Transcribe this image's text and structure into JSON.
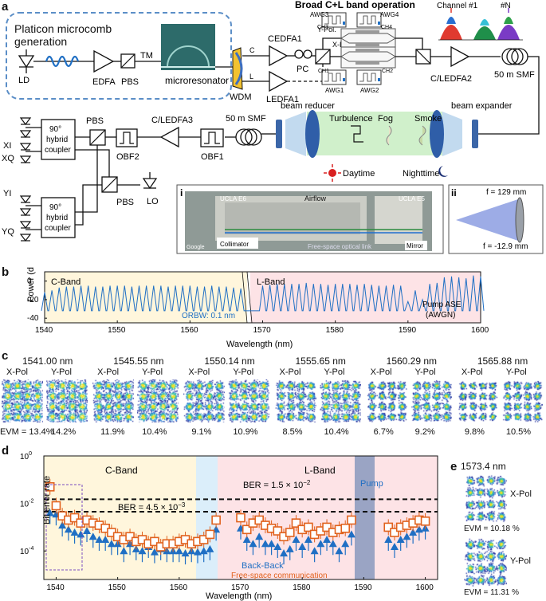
{
  "panels": {
    "a": "a",
    "b": "b",
    "c": "c",
    "d": "d",
    "e": "e"
  },
  "schematic": {
    "comb_title_1": "Platicon microcomb",
    "comb_title_2": "generation",
    "ld": "LD",
    "edfa": "EDFA",
    "pbs": "PBS",
    "tm": "TM",
    "microresonator": "microresonator",
    "wdm": "WDM",
    "wdm_c": "C",
    "wdm_l": "L",
    "broadband": "Broad C+L band operation",
    "cedfa1": "CEDFA1",
    "ledfa1": "LEDFA1",
    "pc": "PC",
    "ypol": "Y-Pol.",
    "xpol": "X-Pol.",
    "awg3": "AWG3",
    "awg4": "AWG4",
    "ch3": "CH3",
    "ch4": "CH4",
    "ch1": "CH1",
    "ch2": "CH2",
    "awg1": "AWG1",
    "awg2": "AWG2",
    "cledfa2": "C/LEDFA2",
    "channel1": "Channel #1",
    "channelN": "#N",
    "smf_top": "50 m SMF",
    "xi": "XI",
    "xq": "XQ",
    "yi": "YI",
    "yq": "YQ",
    "hybrid1": "90°",
    "hybrid1b": "hybrid",
    "hybrid1c": "coupler",
    "hybrid2": "90°",
    "hybrid2b": "hybrid",
    "hybrid2c": "coupler",
    "pbs2": "PBS",
    "pbs3": "PBS",
    "cledfa3": "C/LEDFA3",
    "obf2": "OBF2",
    "obf1": "OBF1",
    "lo": "LO",
    "smf_bottom": "50 m SMF",
    "beam_reducer": "beam reducer",
    "turbulence": "Turbulence",
    "fog": "Fog",
    "smoke": "Smoke",
    "beam_expander": "beam expander",
    "daytime": "Daytime",
    "nighttime": "Nighttime",
    "inset_i": "i",
    "inset_ii": "ii",
    "ucla_e6": "UCLA E6",
    "ucla_e5": "UCLA E5",
    "airflow": "Airflow",
    "collimator": "Collimator",
    "mirror": "Mirror",
    "google": "Google",
    "fso": "Free-space optical link",
    "f1": "f = 129 mm",
    "f2": "f = -12.9 mm"
  },
  "spectrum": {
    "c_band": "C-Band",
    "l_band": "L-Band",
    "orbw": "ORBW: 0.1 nm",
    "pump_ase_1": "Pump ASE",
    "pump_ase_2": "(AWGN)",
    "ylabel": "Power (dBm)",
    "xlabel": "Wavelength (nm)",
    "xticks": [
      "1540",
      "1550",
      "1560",
      "1570",
      "1580",
      "1590",
      "1600"
    ],
    "yticks": [
      "0",
      "-20",
      "-40"
    ]
  },
  "constellations": {
    "xpol": "X-Pol",
    "ypol": "Y-Pol",
    "evm_prefix": "EVM = ",
    "channels": [
      {
        "wl": "1541.00 nm",
        "evm_x": "13.4%",
        "evm_y": "14.2%"
      },
      {
        "wl": "1545.55 nm",
        "evm_x": "11.9%",
        "evm_y": "10.4%"
      },
      {
        "wl": "1550.14 nm",
        "evm_x": "9.1%",
        "evm_y": "10.9%"
      },
      {
        "wl": "1555.65 nm",
        "evm_x": "8.5%",
        "evm_y": "10.4%"
      },
      {
        "wl": "1560.29 nm",
        "evm_x": "6.7%",
        "evm_y": "9.2%"
      },
      {
        "wl": "1565.88 nm",
        "evm_x": "9.8%",
        "evm_y": "10.5%"
      }
    ]
  },
  "ber": {
    "c_band": "C-Band",
    "l_band": "L-Band",
    "pump": "Pump",
    "ber1": "BER = 1.5 × 10",
    "ber1_exp": "−2",
    "ber2": "BER = 4.5 × 10",
    "ber2_exp": "−3",
    "legend_b2b": "Back-Back",
    "legend_fso": "Free-space communication",
    "ylabel": "Bit error rate",
    "xlabel": "Wavelength (nm)",
    "xticks": [
      "1540",
      "1550",
      "1560",
      "1570",
      "1580",
      "1590",
      "1600"
    ],
    "yticks": [
      {
        "m": "10",
        "e": "0"
      },
      {
        "m": "10",
        "e": "-2"
      },
      {
        "m": "10",
        "e": "-4"
      }
    ]
  },
  "panel_e": {
    "wl": "1573.4 nm",
    "xpol": "X-Pol",
    "ypol": "Y-Pol",
    "evm_x": "EVM = 10.18 %",
    "evm_y": "EVM = 11.31 %"
  },
  "chart_data": [
    {
      "type": "line",
      "xlabel": "Wavelength (nm)",
      "ylabel": "Power (dBm)",
      "xlim": [
        1540,
        1600
      ],
      "ylim": [
        -45,
        10
      ],
      "series": [
        {
          "x": [
            1540,
            1541,
            1542,
            1543,
            1544,
            1545,
            1546,
            1547,
            1548,
            1549,
            1550,
            1551,
            1552,
            1553,
            1554,
            1555,
            1556,
            1557,
            1558,
            1559,
            1560,
            1561,
            1562,
            1563,
            1564,
            1565,
            1566,
            1567,
            1570,
            1571,
            1572,
            1573,
            1574,
            1575,
            1576,
            1577,
            1578,
            1579,
            1580,
            1581,
            1582,
            1583,
            1584,
            1585,
            1586,
            1587,
            1588,
            1589,
            1590,
            1591,
            1592,
            1593,
            1594,
            1595,
            1596,
            1597,
            1598,
            1599,
            1600
          ],
          "y": [
            -12,
            -10,
            -7,
            -6,
            -6,
            -5,
            -5,
            -6,
            -6,
            -5,
            -5,
            -5,
            -6,
            -5,
            -5,
            -5,
            -5,
            -6,
            -5,
            -5,
            -5,
            -6,
            -6,
            -5,
            -6,
            -6,
            -7,
            -8,
            -5,
            -4,
            -3,
            -3,
            -3,
            -3,
            -2,
            -3,
            -3,
            -4,
            -3,
            -3,
            -3,
            -4,
            -3,
            -4,
            -5,
            -5,
            -4,
            -5,
            -22,
            -10,
            -20,
            -3,
            -2,
            4,
            5,
            4,
            3,
            6,
            5
          ]
        }
      ]
    },
    {
      "type": "scatter",
      "xlabel": "Wavelength (nm)",
      "ylabel": "Bit error rate",
      "xlim": [
        1538,
        1602
      ],
      "ylim_log10": [
        -5.2,
        0
      ],
      "thresholds": [
        0.015,
        0.0045
      ],
      "series": [
        {
          "name": "Back-Back",
          "x": [
            1539,
            1540,
            1541,
            1542,
            1543,
            1544,
            1545,
            1546,
            1547,
            1548,
            1549,
            1550,
            1551,
            1552,
            1553,
            1554,
            1555,
            1556,
            1557,
            1558,
            1559,
            1560,
            1561,
            1562,
            1563,
            1564,
            1565,
            1566,
            1570,
            1571,
            1572,
            1573,
            1574,
            1575,
            1576,
            1577,
            1578,
            1579,
            1580,
            1581,
            1582,
            1583,
            1584,
            1585,
            1586,
            1587,
            1588,
            1594,
            1595,
            1596,
            1597,
            1598,
            1599,
            1600
          ],
          "y": [
            0.004,
            0.0035,
            0.0012,
            0.0008,
            0.0006,
            0.0005,
            0.0007,
            0.0004,
            0.0003,
            0.0003,
            0.0002,
            0.0002,
            0.0001,
            0.0002,
            0.00012,
            0.0001,
            0.00015,
            9e-05,
            0.00012,
            0.0001,
            0.0001,
            0.0001,
            8e-05,
            0.0001,
            9e-05,
            0.0001,
            0.00012,
            0.0008,
            0.0009,
            0.0003,
            0.0002,
            0.0004,
            0.0002,
            0.0002,
            0.00015,
            8e-05,
            0.00012,
            0.0003,
            0.00015,
            0.0003,
            0.0001,
            0.0002,
            0.0003,
            0.0002,
            0.0001,
            0.0002,
            0.0005,
            0.0003,
            0.00015,
            0.0003,
            0.0004,
            0.0006,
            0.0008,
            0.0009
          ]
        },
        {
          "name": "Free-space communication",
          "x": [
            1539,
            1540,
            1541,
            1542,
            1543,
            1544,
            1545,
            1546,
            1547,
            1548,
            1549,
            1550,
            1551,
            1552,
            1553,
            1554,
            1555,
            1556,
            1557,
            1558,
            1559,
            1560,
            1561,
            1562,
            1563,
            1564,
            1565,
            1566,
            1570,
            1571,
            1572,
            1573,
            1574,
            1575,
            1576,
            1577,
            1578,
            1579,
            1580,
            1581,
            1582,
            1583,
            1584,
            1585,
            1586,
            1587,
            1588,
            1594,
            1595,
            1596,
            1597,
            1598,
            1599,
            1600
          ],
          "y": [
            0.05,
            0.008,
            0.003,
            0.002,
            0.0025,
            0.0015,
            0.002,
            0.0015,
            0.0012,
            0.0009,
            0.0006,
            0.0004,
            0.0003,
            0.0004,
            0.00025,
            0.0003,
            0.0002,
            0.00025,
            0.00015,
            0.0002,
            0.0002,
            0.00025,
            0.0003,
            0.0002,
            0.00025,
            0.0003,
            0.0005,
            0.002,
            0.0025,
            0.0008,
            0.0015,
            0.002,
            0.0012,
            0.0009,
            0.0007,
            0.0004,
            0.0006,
            0.0015,
            0.0008,
            0.001,
            0.0005,
            0.0007,
            0.001,
            0.0006,
            0.0008,
            0.0009,
            0.002,
            0.001,
            0.0006,
            0.001,
            0.0012,
            0.0015,
            0.002,
            0.0018
          ]
        }
      ]
    }
  ]
}
